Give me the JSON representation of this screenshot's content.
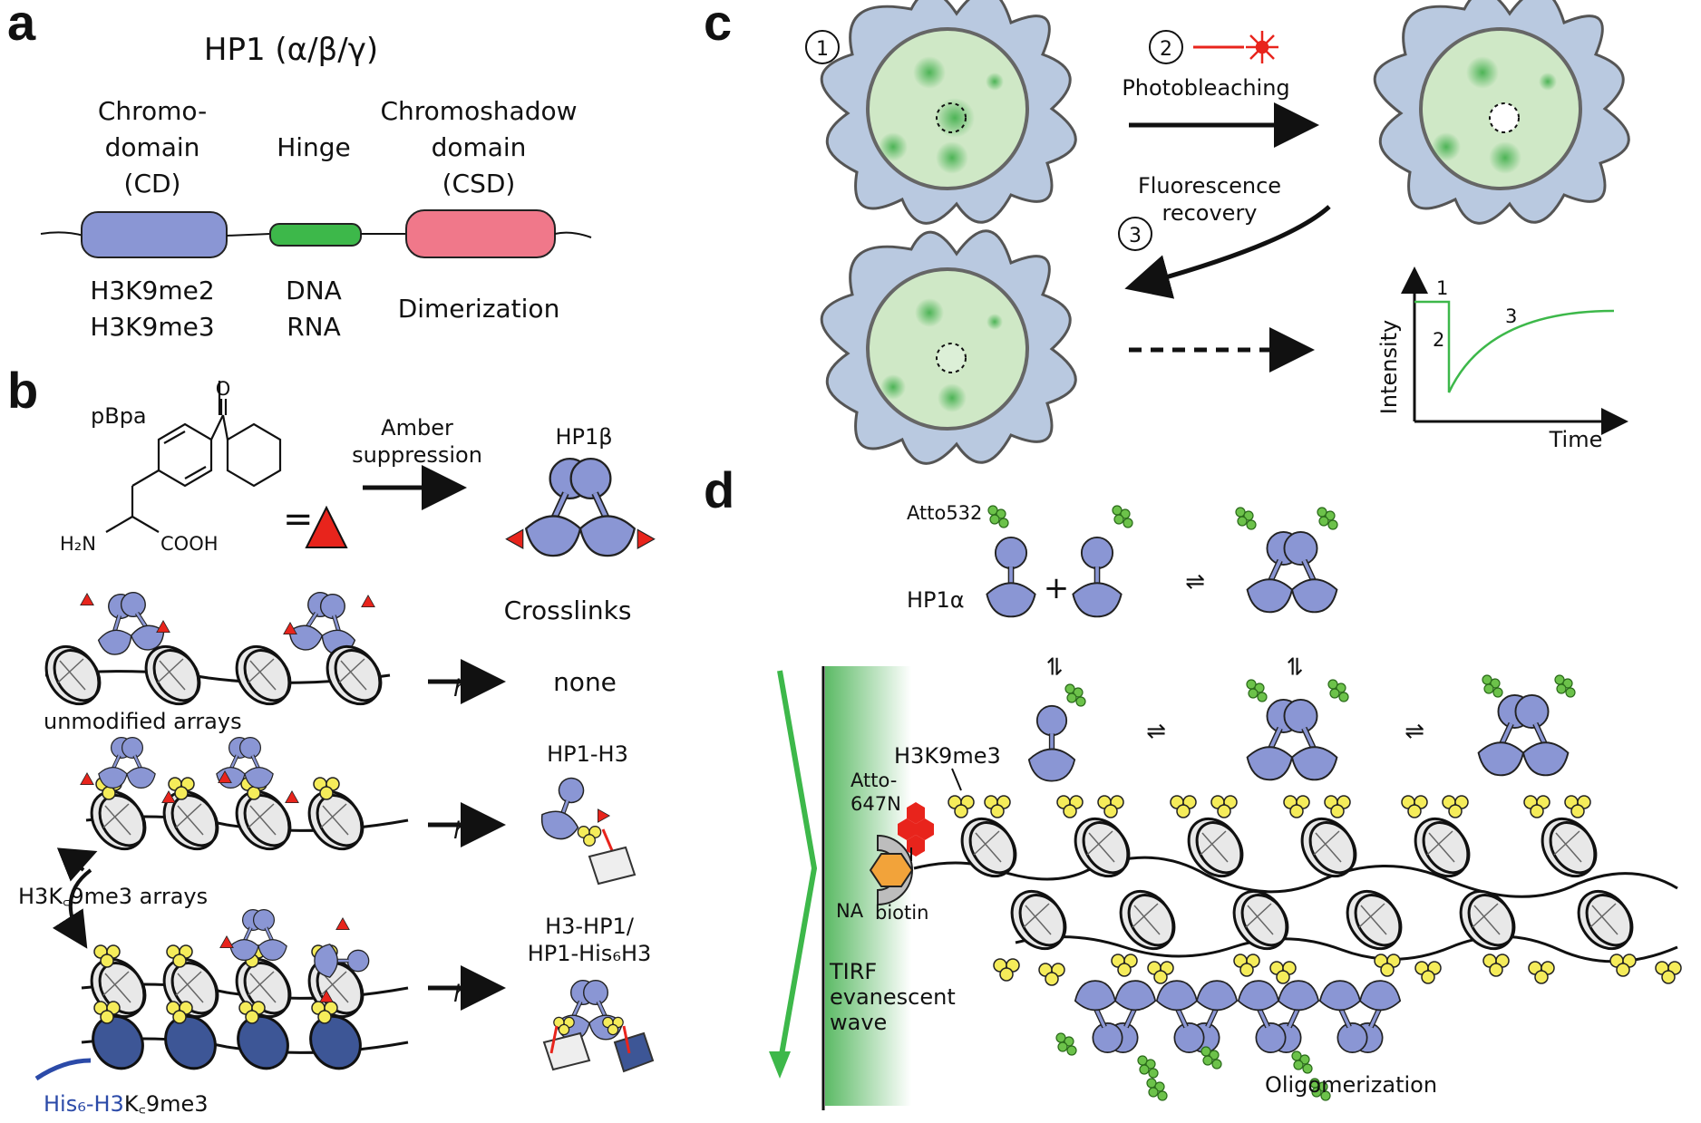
{
  "panels": {
    "a": {
      "letter": "a",
      "title": "HP1 (α/β/γ)",
      "domains": [
        {
          "name_lines": [
            "Chromo-",
            "domain",
            "(CD)"
          ],
          "binds_lines": [
            "H3K9me2",
            "H3K9me3"
          ],
          "color": "#8a96d4"
        },
        {
          "name_lines": [
            "Hinge"
          ],
          "binds_lines": [
            "DNA",
            "RNA"
          ],
          "color": "#3db84a"
        },
        {
          "name_lines": [
            "Chromoshadow",
            "domain",
            "(CSD)"
          ],
          "binds_lines": [
            "Dimerization"
          ],
          "color": "#f0788a"
        }
      ]
    },
    "b": {
      "letter": "b",
      "pbpa_label": "pBpa",
      "amine_label": "H₂N",
      "acid_label": "COOH",
      "equals": "=",
      "amber_lines": [
        "Amber",
        "suppression"
      ],
      "hp1beta_label": "HP1β",
      "crosslinks_header": "Crosslinks",
      "hv": "hν",
      "rows": [
        {
          "array_label": "unmodified arrays",
          "result_lines": [
            "none"
          ]
        },
        {
          "array_label": "",
          "result_lines": [
            "HP1-H3"
          ]
        },
        {
          "array_label": "",
          "result_lines": [
            "H3-HP1/",
            "HP1-His₆H3"
          ]
        }
      ],
      "h3kc_label": "H3K꜀9me3 arrays",
      "his6_prefix": "His₆-H3",
      "his6_suffix": "K꜀9me3"
    },
    "c": {
      "letter": "c",
      "step1": "1",
      "step2": "2",
      "step3": "3",
      "photobleaching": "Photobleaching",
      "recovery_lines": [
        "Fluorescence",
        "recovery"
      ],
      "graph": {
        "ylabel": "Intensity",
        "xlabel": "Time",
        "marks": [
          "1",
          "2",
          "3"
        ]
      }
    },
    "d": {
      "letter": "d",
      "atto532": "Atto532",
      "hp1alpha": "HP1α",
      "plus": "+",
      "h3k9me3": "H3K9me3",
      "atto647_lines": [
        "Atto-",
        "647N"
      ],
      "na": "NA",
      "biotin": "biotin",
      "tirf_lines": [
        "TIRF",
        "evanescent",
        "wave"
      ],
      "oligomerization": "Oligomerization"
    }
  },
  "colors": {
    "hp1_blue": "#8a96d4",
    "cell_blue": "#b9c9e0",
    "nucleus_green": "#cfe8c6",
    "spot_green": "#55b55b",
    "red": "#e8241c",
    "yellow": "#f5ec5a",
    "dye_green": "#6cc24a",
    "biotin_orange": "#f2a33a",
    "his_blue": "#2b4aa8"
  }
}
